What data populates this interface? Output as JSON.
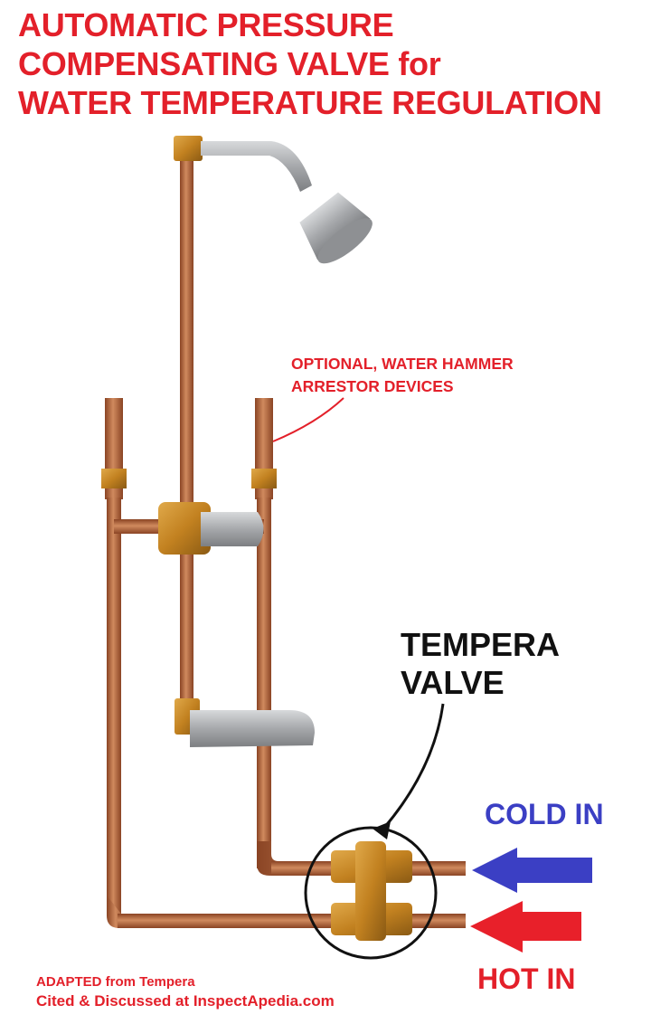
{
  "title": {
    "line1": "AUTOMATIC PRESSURE",
    "line2": "COMPENSATING VALVE for",
    "line3": "WATER TEMPERATURE REGULATION"
  },
  "labels": {
    "arrestor_line1": "OPTIONAL, WATER HAMMER",
    "arrestor_line2": "ARRESTOR DEVICES",
    "tempera_line1": "TEMPERA",
    "tempera_line2": "VALVE",
    "cold_in": "COLD IN",
    "hot_in": "HOT IN"
  },
  "credits": {
    "line1": "ADAPTED from Tempera",
    "line2": "Cited & Discussed at InspectApedia.com"
  },
  "colors": {
    "label_red": "#e3202a",
    "cold_blue": "#3b3fc4",
    "hot_red": "#e8202a",
    "copper": "#b5653a",
    "brass": "#c98b2a",
    "chrome": "#a9abae"
  }
}
